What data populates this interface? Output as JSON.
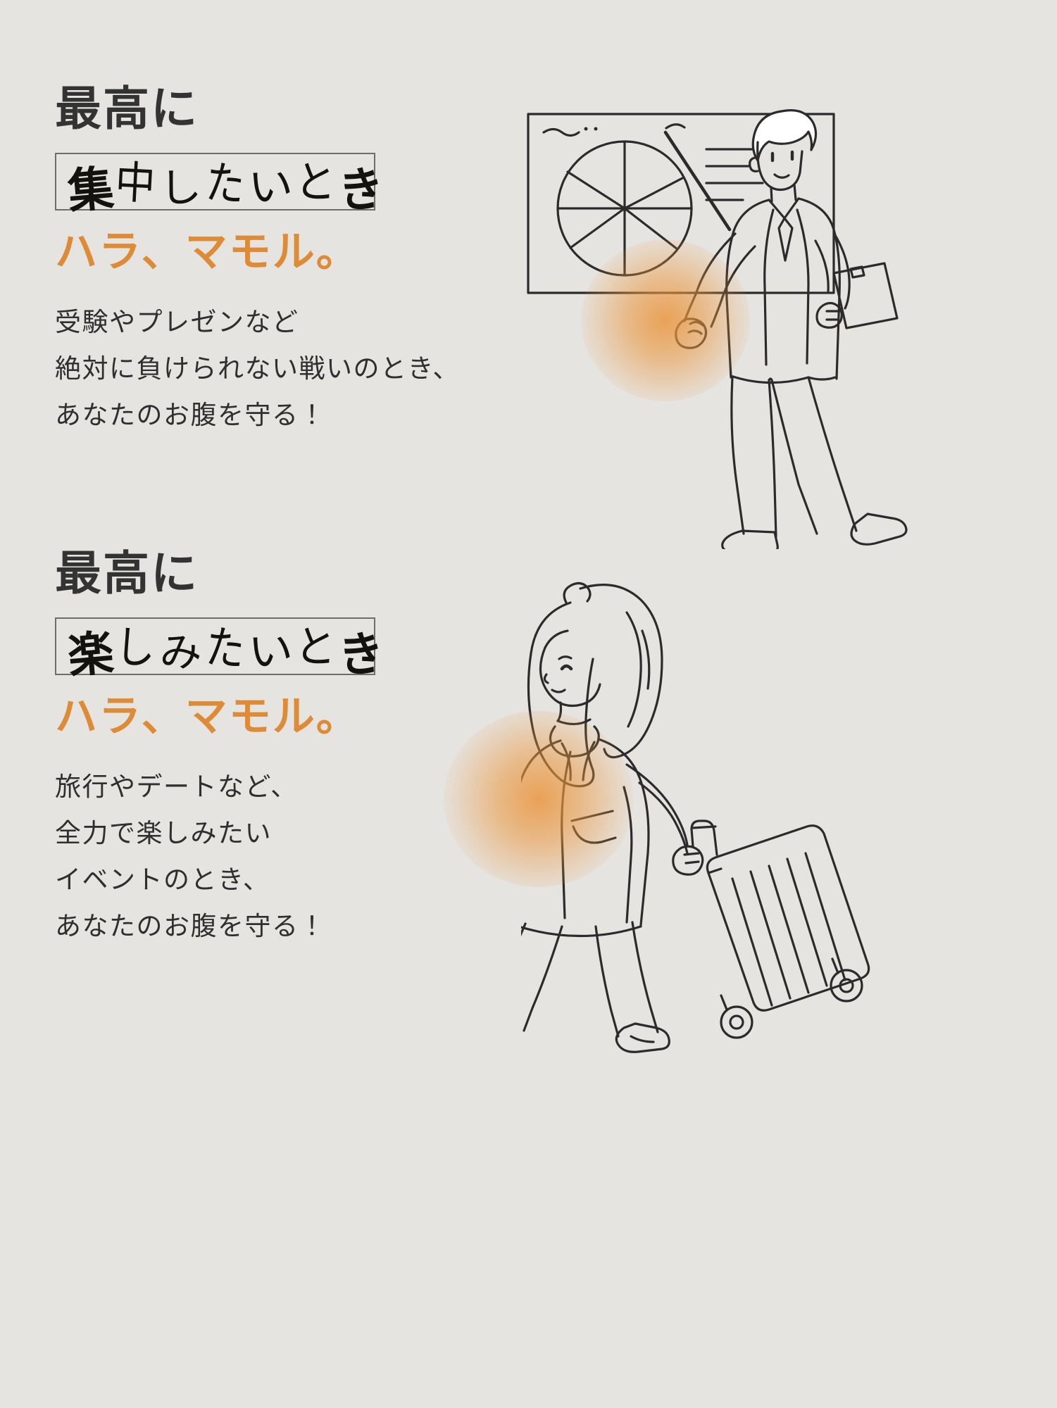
{
  "page": {
    "background_color": "#e6e4e1",
    "accent_color": "#dd8b37",
    "text_color": "#2f2f2f",
    "heading_color": "#333333",
    "box_border_color": "#6d6d6d"
  },
  "sections": [
    {
      "id": "focus",
      "headline": "最高に",
      "handwritten_phrase": "集中したいとき",
      "handwritten_chars": [
        "集",
        "中",
        "し",
        "た",
        "い",
        "と",
        "き"
      ],
      "brand": "ハラ、マモル。",
      "body_lines": [
        "受験やプレゼンなど",
        "絶対に負けられない戦いのとき、",
        "あなたのお腹を守る！"
      ],
      "illustration": {
        "name": "businessman-presenting-pie-chart",
        "description": "男性がホワイトボードのグラフを指し棒で示しながらプレゼンしている",
        "glow_color": "#ea963e"
      }
    },
    {
      "id": "fun",
      "headline": "最高に",
      "handwritten_phrase": "楽しみたいとき",
      "handwritten_chars": [
        "楽",
        "し",
        "み",
        "た",
        "い",
        "と",
        "き"
      ],
      "brand": "ハラ、マモル。",
      "body_lines": [
        "旅行やデートなど、",
        "全力で楽しみたい",
        "イベントのとき、",
        "あなたのお腹を守る！"
      ],
      "illustration": {
        "name": "woman-walking-with-suitcase",
        "description": "コートを着た女性がスーツケースを引いて歩いている",
        "glow_color": "#ea963e"
      }
    }
  ]
}
